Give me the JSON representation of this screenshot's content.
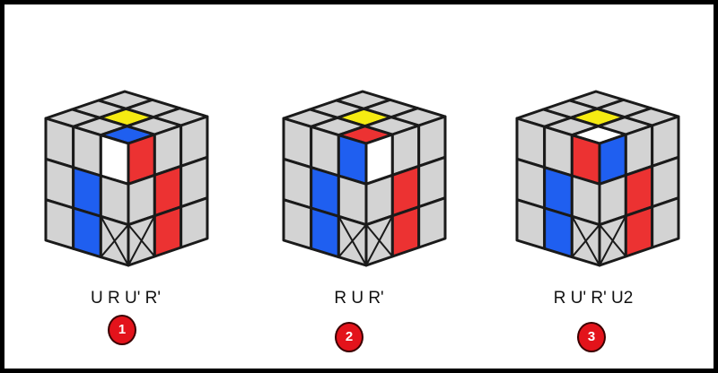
{
  "colors": {
    "gray": "#d3d3d3",
    "yellow": "#f5eb12",
    "blue": "#1f5ff0",
    "red": "#ec3232",
    "white": "#ffffff",
    "line": "#1a1a1a",
    "badge": "#e3131b"
  },
  "steps": [
    {
      "moves": "U R U' R'",
      "number": "1",
      "top": [
        "gray",
        "gray",
        "gray",
        "gray",
        "yellow",
        "gray",
        "gray",
        "blue",
        "gray"
      ],
      "front": [
        "gray",
        "gray",
        "white",
        "gray",
        "blue",
        "gray",
        "gray",
        "blue",
        "x"
      ],
      "right": [
        "red",
        "gray",
        "gray",
        "gray",
        "red",
        "gray",
        "x",
        "red",
        "gray"
      ]
    },
    {
      "moves": "R U R'",
      "number": "2",
      "top": [
        "gray",
        "gray",
        "gray",
        "gray",
        "yellow",
        "gray",
        "gray",
        "red",
        "gray"
      ],
      "front": [
        "gray",
        "gray",
        "blue",
        "gray",
        "blue",
        "gray",
        "gray",
        "blue",
        "x"
      ],
      "right": [
        "white",
        "gray",
        "gray",
        "gray",
        "red",
        "gray",
        "x",
        "red",
        "gray"
      ]
    },
    {
      "moves": "R U' R' U2",
      "number": "3",
      "top": [
        "gray",
        "gray",
        "gray",
        "gray",
        "yellow",
        "gray",
        "gray",
        "white",
        "gray"
      ],
      "front": [
        "gray",
        "gray",
        "red",
        "gray",
        "blue",
        "gray",
        "gray",
        "blue",
        "x"
      ],
      "right": [
        "blue",
        "gray",
        "gray",
        "gray",
        "red",
        "gray",
        "x",
        "red",
        "gray"
      ]
    }
  ]
}
